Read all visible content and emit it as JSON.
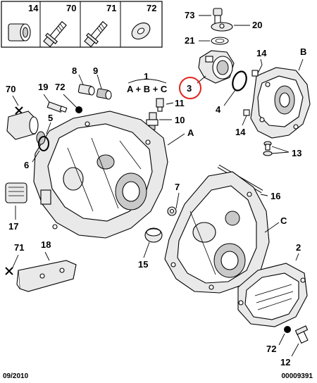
{
  "legend": {
    "items": [
      {
        "ref": "14",
        "icon": "bushing-icon"
      },
      {
        "ref": "70",
        "icon": "bolt-icon"
      },
      {
        "ref": "71",
        "icon": "bolt-icon"
      },
      {
        "ref": "72",
        "icon": "washer-icon"
      }
    ]
  },
  "formula": {
    "ref": "1",
    "expr": "A + B + C"
  },
  "labels": {
    "l73": "73",
    "l20": "20",
    "l21": "21",
    "l14a": "14",
    "lB": "B",
    "l3": "3",
    "l4": "4",
    "l14b": "14",
    "l13": "13",
    "l8": "8",
    "l9": "9",
    "l70": "70",
    "l19": "19",
    "l72a": "72",
    "l11": "11",
    "l10": "10",
    "lA": "A",
    "l5": "5",
    "l6": "6",
    "l7": "7",
    "l16": "16",
    "l17": "17",
    "lC": "C",
    "l71": "71",
    "l18": "18",
    "l15": "15",
    "l2": "2",
    "l72b": "72",
    "l12": "12"
  },
  "highlight": {
    "ref": "3",
    "color": "#e0261e"
  },
  "footer": {
    "date": "09/2010",
    "code": "00009391"
  }
}
